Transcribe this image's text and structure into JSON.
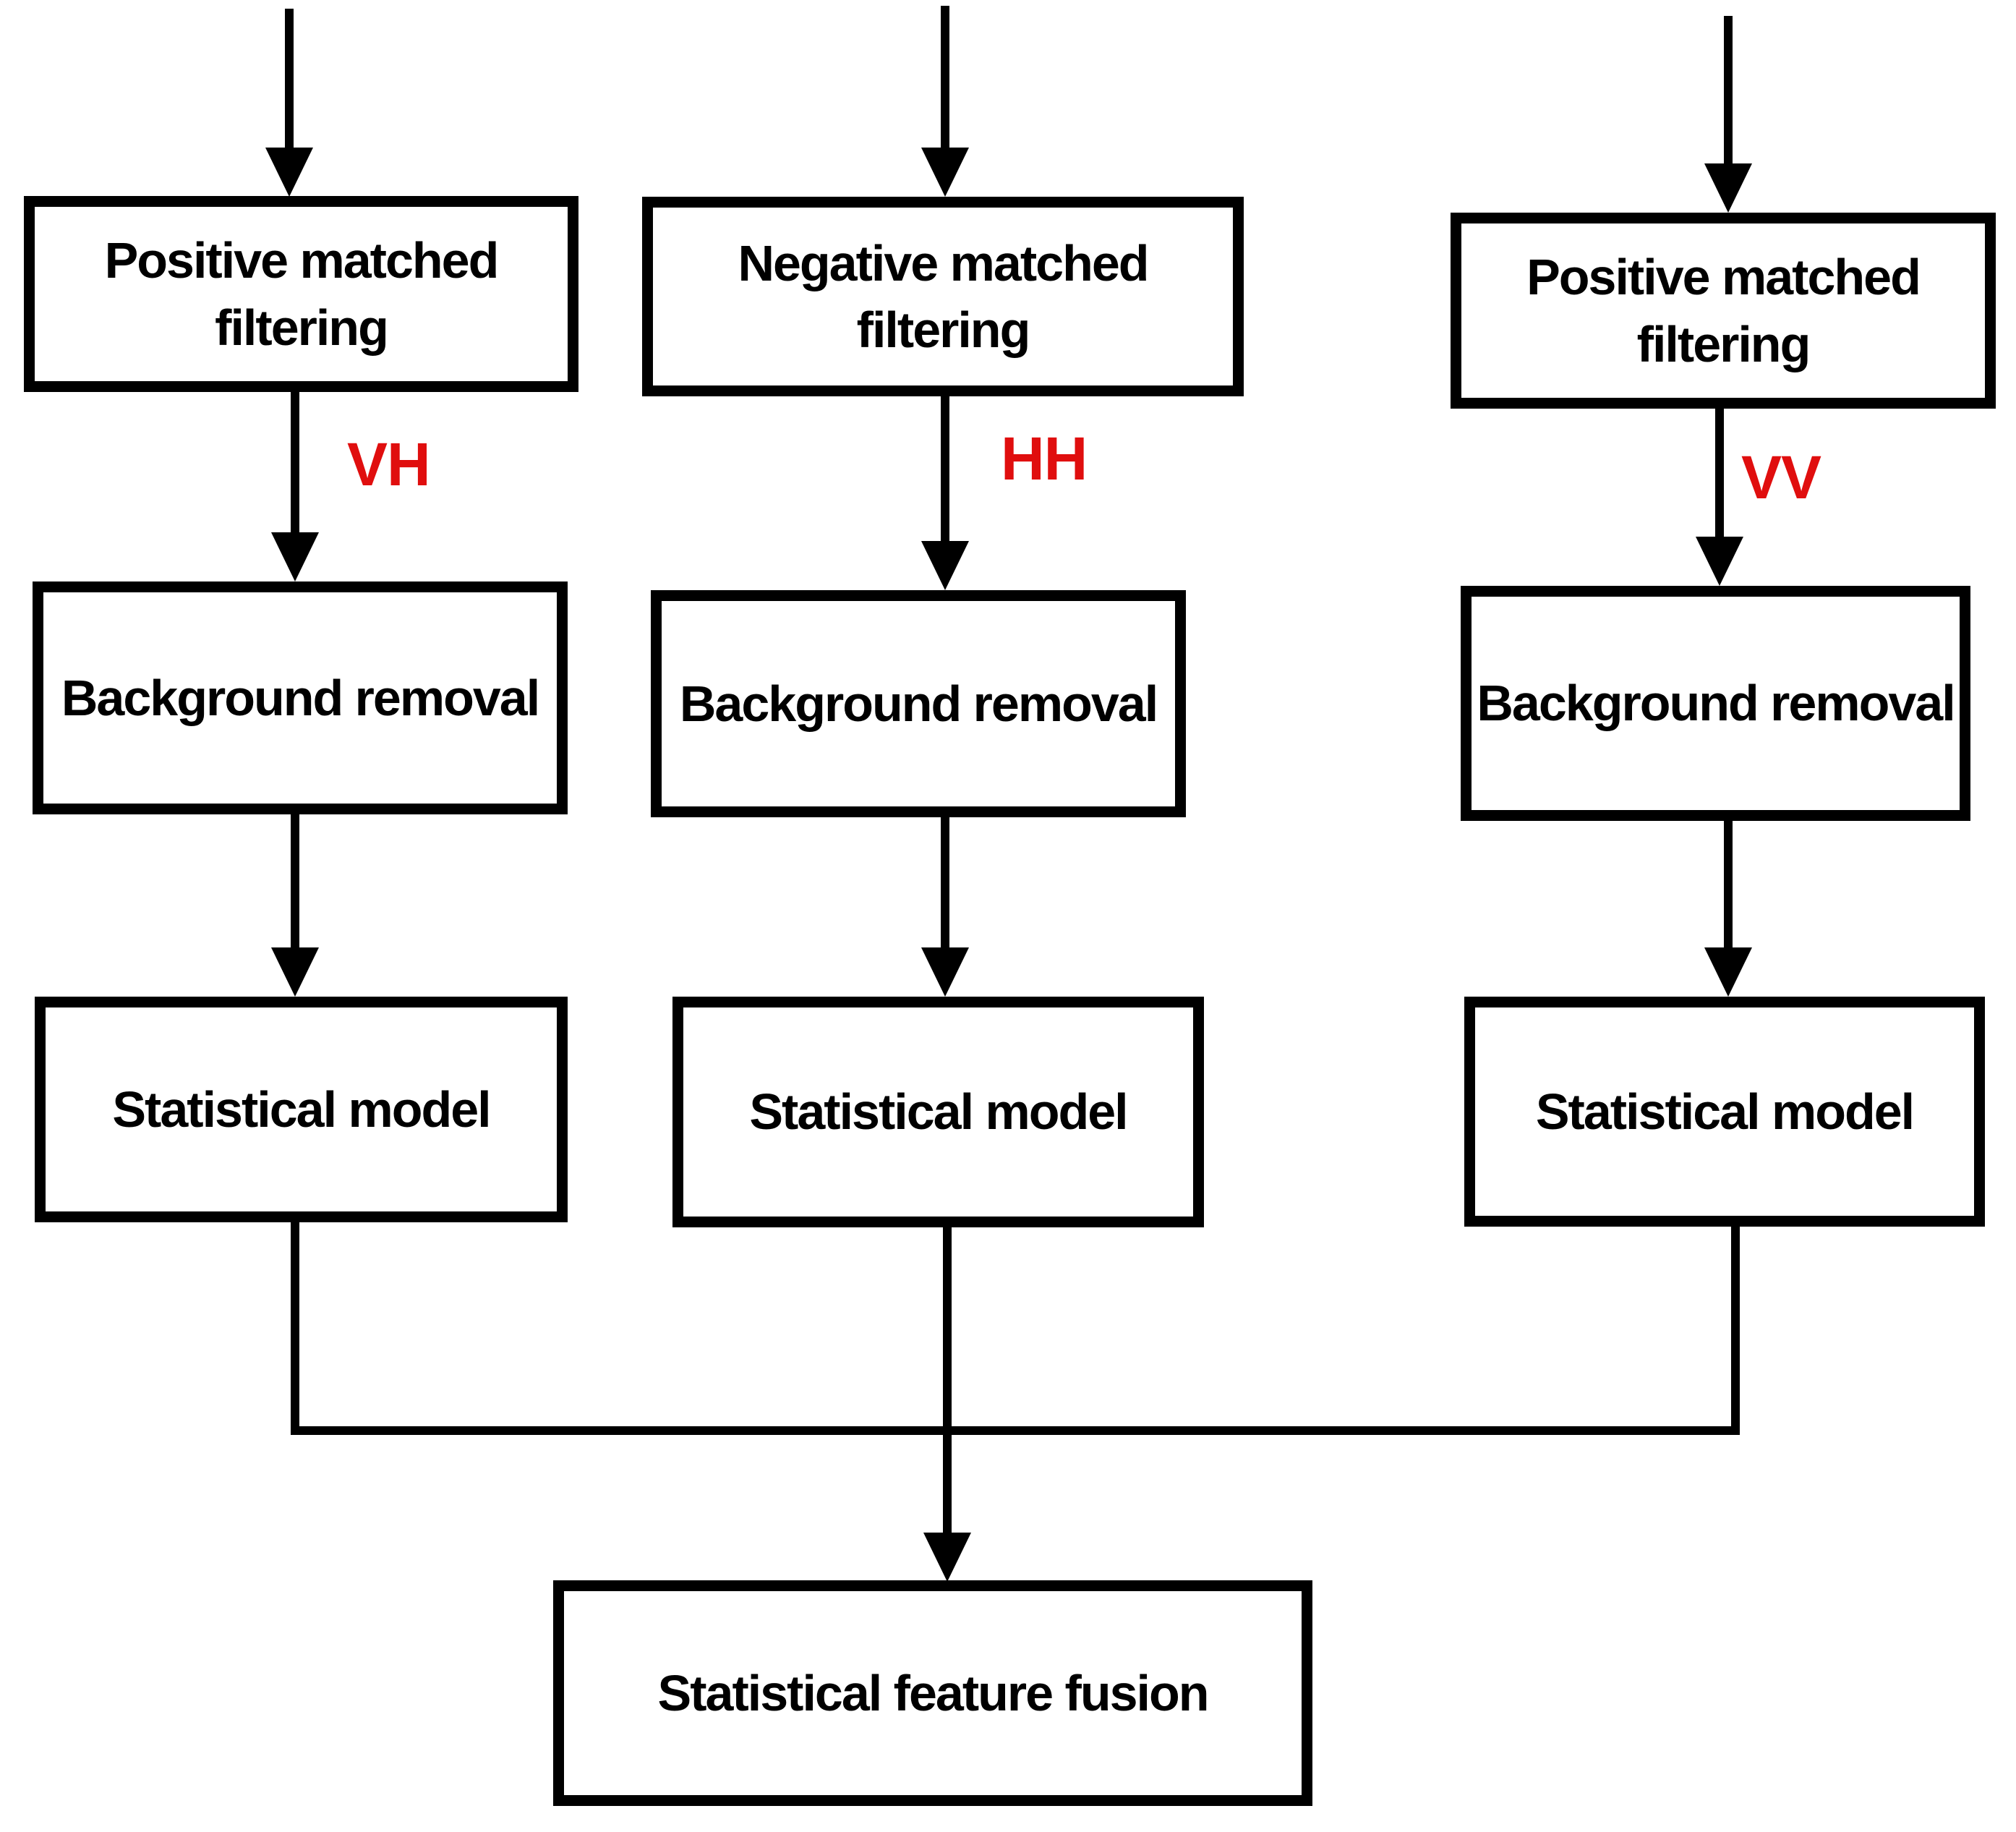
{
  "diagram": {
    "type": "flowchart",
    "background_color": "#ffffff",
    "line_color": "#000000",
    "box_text_color": "#000000",
    "polarization_label_color": "#e00e0e"
  },
  "columns": [
    {
      "filtering_label": "Positive matched filtering",
      "filtering_lines": [
        "Positive matched",
        "filtering"
      ],
      "polarization": "VH",
      "background_removal_label": "Background removal",
      "statistical_model_label": "Statistical model"
    },
    {
      "filtering_label": "Negative matched filtering",
      "filtering_lines": [
        "Negative matched",
        "filtering"
      ],
      "polarization": "HH",
      "background_removal_label": "Background removal",
      "statistical_model_label": "Statistical model"
    },
    {
      "filtering_label": "Positive matched filtering",
      "filtering_lines": [
        "Positive matched",
        "filtering"
      ],
      "polarization": "VV",
      "background_removal_label": "Background removal",
      "statistical_model_label": "Statistical model"
    }
  ],
  "fusion_label": "Statistical feature fusion"
}
